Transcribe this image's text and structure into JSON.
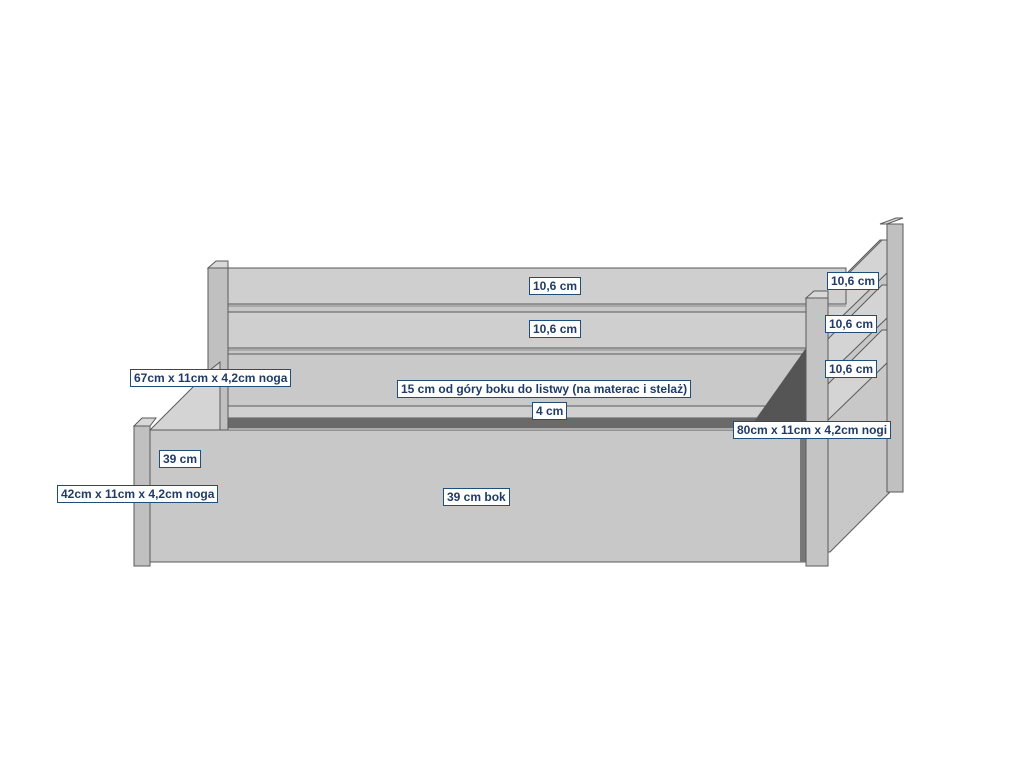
{
  "colors": {
    "panel": "#c8c8c8",
    "panel_light": "#d2d2d2",
    "panel_dark": "#b8b8b8",
    "stroke": "#5a5a5a",
    "shadow": "#555555",
    "label_border": "#1f4e79",
    "label_text": "#1f3b66"
  },
  "labels": {
    "top_board": "10,6 cm",
    "second_board": "10,6 cm",
    "right_board_1": "10,6 cm",
    "right_board_2": "10,6 cm",
    "right_board_3": "10,6 cm",
    "back_leg": "67cm x 11cm x 4,2cm noga",
    "slat_note": "15 cm od góry boku do listwy (na materac i stelaż)",
    "slat": "4 cm",
    "right_leg": "80cm x 11cm x 4,2cm nogi",
    "side_height": "39 cm",
    "front_leg": "42cm x 11cm x 4,2cm noga",
    "side_board": "39 cm bok"
  }
}
